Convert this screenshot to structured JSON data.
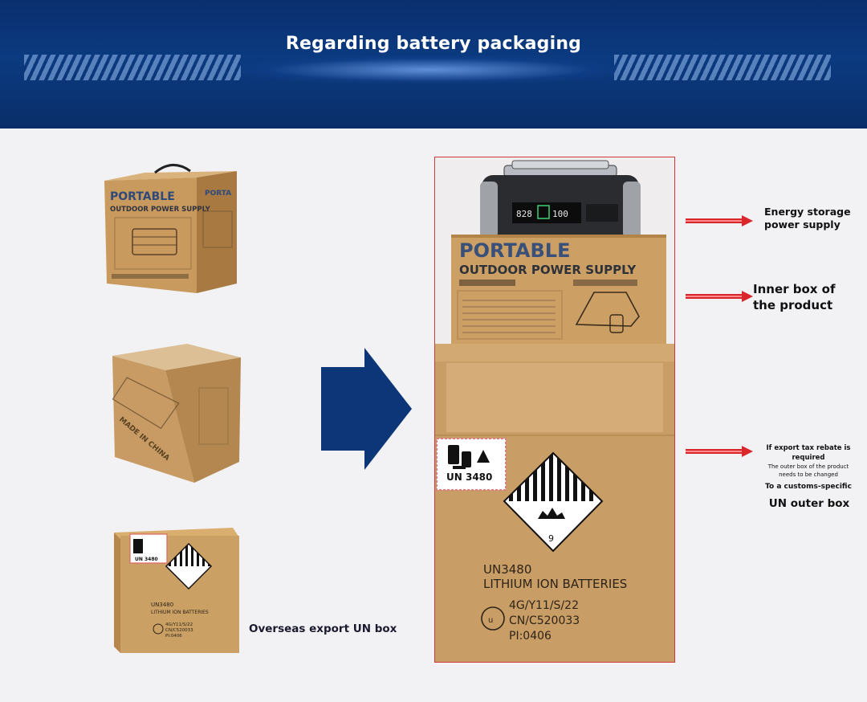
{
  "header": {
    "title": "Regarding battery packaging"
  },
  "left_column": {
    "box1": {
      "brand": "PORTABLE",
      "subtitle": "OUTDOOR POWER SUPPLY"
    },
    "box2": {
      "print_text": "MADE IN CHINA"
    },
    "box3": {
      "label_un": "UN 3480",
      "line1": "UN3480",
      "line2": "LITHIUM ION BATTERIES",
      "line3": "4G/Y11/S/22",
      "line4": "CN/C520033",
      "line5": "PI:0406"
    },
    "caption": "Overseas export UN box"
  },
  "main_image": {
    "inner_box": {
      "brand": "PORTABLE",
      "subtitle": "OUTDOOR POWER SUPPLY"
    },
    "un_label": "UN 3480",
    "class_number": "9",
    "marking": {
      "line1": "UN3480",
      "line2": "LITHIUM ION BATTERIES",
      "line3": "4G/Y11/S/22",
      "line4": "CN/C520033",
      "line5": "PI:0406"
    }
  },
  "annotations": {
    "energy": "Energy storage power supply",
    "inner_box": "Inner box of the product",
    "rebate_line1": "If export tax rebate is required",
    "rebate_line2": "The outer box of the product needs to be changed",
    "rebate_line3": "To a customs-specific",
    "rebate_line4": "UN outer box"
  },
  "colors": {
    "banner": "#0b3a80",
    "arrow_blue": "#0d3679",
    "arrow_red": "#d9262b",
    "cardboard": "#c69d63",
    "frame": "#d2373a"
  }
}
